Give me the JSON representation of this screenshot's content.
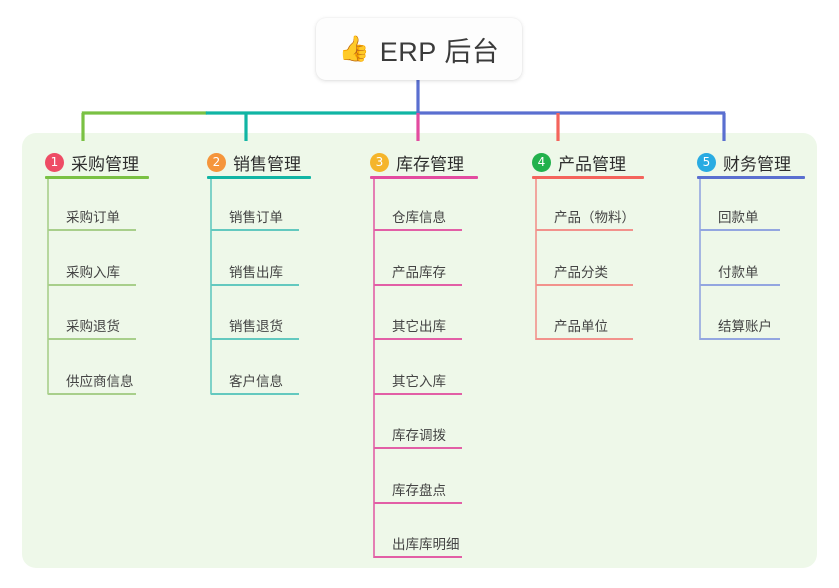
{
  "root": {
    "emoji": "👍",
    "icon_name": "thumbs-up-emoji",
    "title": "ERP 后台"
  },
  "theme": {
    "page_background": "#ffffff",
    "panel_background": "#eef8e9",
    "root_card_background": "#fdfdfd",
    "title_color": "#2e2e2e",
    "leaf_text_color": "#444444"
  },
  "columns": [
    {
      "number": "1",
      "title": "采购管理",
      "badge_color": "#ee4c65",
      "line_color": "#7ac143",
      "underline_color": "#7ac143",
      "leaf_line_color": "#a8cf8b",
      "items": [
        "采购订单",
        "采购入库",
        "采购退货",
        "供应商信息"
      ]
    },
    {
      "number": "2",
      "title": "销售管理",
      "badge_color": "#f5953b",
      "line_color": "#11b5a4",
      "underline_color": "#11b5a4",
      "leaf_line_color": "#63c9bf",
      "items": [
        "销售订单",
        "销售出库",
        "销售退货",
        "客户信息"
      ]
    },
    {
      "number": "3",
      "title": "库存管理",
      "badge_color": "#f5b52b",
      "line_color": "#e34ba0",
      "underline_color": "#e34ba0",
      "leaf_line_color": "#e25fa6",
      "items": [
        "仓库信息",
        "产品库存",
        "其它出库",
        "其它入库",
        "库存调拨",
        "库存盘点",
        "出库库明细"
      ]
    },
    {
      "number": "4",
      "title": "产品管理",
      "badge_color": "#22b14c",
      "line_color": "#f4645c",
      "underline_color": "#f4645c",
      "leaf_line_color": "#f2928c",
      "items": [
        "产品（物料）",
        "产品分类",
        "产品单位"
      ]
    },
    {
      "number": "5",
      "title": "财务管理",
      "badge_color": "#29abe2",
      "line_color": "#5a6fd0",
      "underline_color": "#5a6fd0",
      "leaf_line_color": "#93a6e0",
      "items": [
        "回款单",
        "付款单",
        "结算账户"
      ]
    }
  ],
  "bus": {
    "segments": [
      {
        "name": "bus-green",
        "color": "#7ac143"
      },
      {
        "name": "bus-teal",
        "color": "#11b5a4"
      },
      {
        "name": "bus-blue",
        "color": "#5a6fd0"
      }
    ],
    "stem_color": "#5a6fd0"
  }
}
